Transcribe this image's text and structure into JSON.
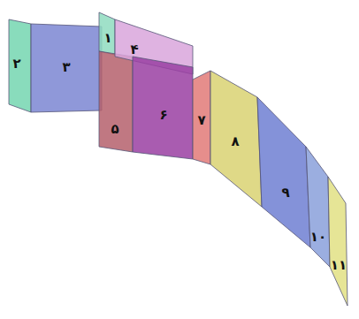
{
  "diagram": {
    "nodes": [
      {
        "text": [
          "۱"
        ]
      },
      {
        "text": [
          "۲"
        ]
      },
      {
        "text": [
          "۳"
        ]
      },
      {
        "text": [
          "۴"
        ]
      },
      {
        "text": [
          "۵"
        ]
      },
      {
        "text": [
          "۶"
        ]
      },
      {
        "text": [
          "۷"
        ]
      },
      {
        "text": [
          "۸"
        ]
      },
      {
        "text": [
          "۹"
        ]
      },
      {
        "text": [
          "۱۰"
        ]
      },
      {
        "text": [
          "۱۱"
        ]
      }
    ]
  }
}
